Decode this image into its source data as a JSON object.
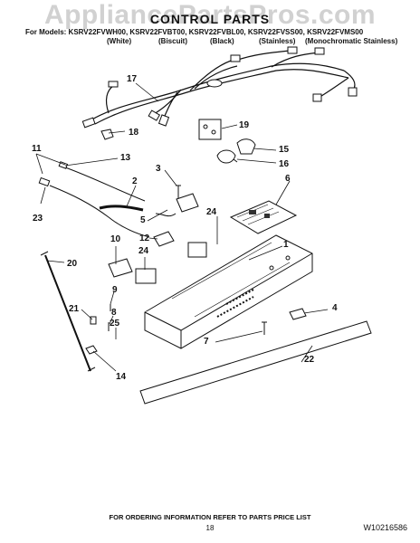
{
  "watermark": "AppliancePartsPros.com",
  "header": {
    "title": "CONTROL PARTS",
    "models_line": "For Models: KSRV22FVWH00, KSRV22FVBT00, KSRV22FVBL00, KSRV22FVSS00, KSRV22FVMS00",
    "colors": [
      "(White)",
      "(Biscuit)",
      "(Black)",
      "(Stainless)",
      "(Monochromatic Stainless)"
    ]
  },
  "callouts": [
    "1",
    "2",
    "3",
    "4",
    "5",
    "6",
    "7",
    "8",
    "9",
    "10",
    "11",
    "12",
    "13",
    "14",
    "15",
    "16",
    "17",
    "18",
    "19",
    "20",
    "21",
    "22",
    "23",
    "24",
    "24",
    "25"
  ],
  "footer": {
    "ordering_note": "FOR ORDERING INFORMATION REFER TO PARTS PRICE LIST",
    "page_number": "18",
    "document_number": "W10216586"
  }
}
